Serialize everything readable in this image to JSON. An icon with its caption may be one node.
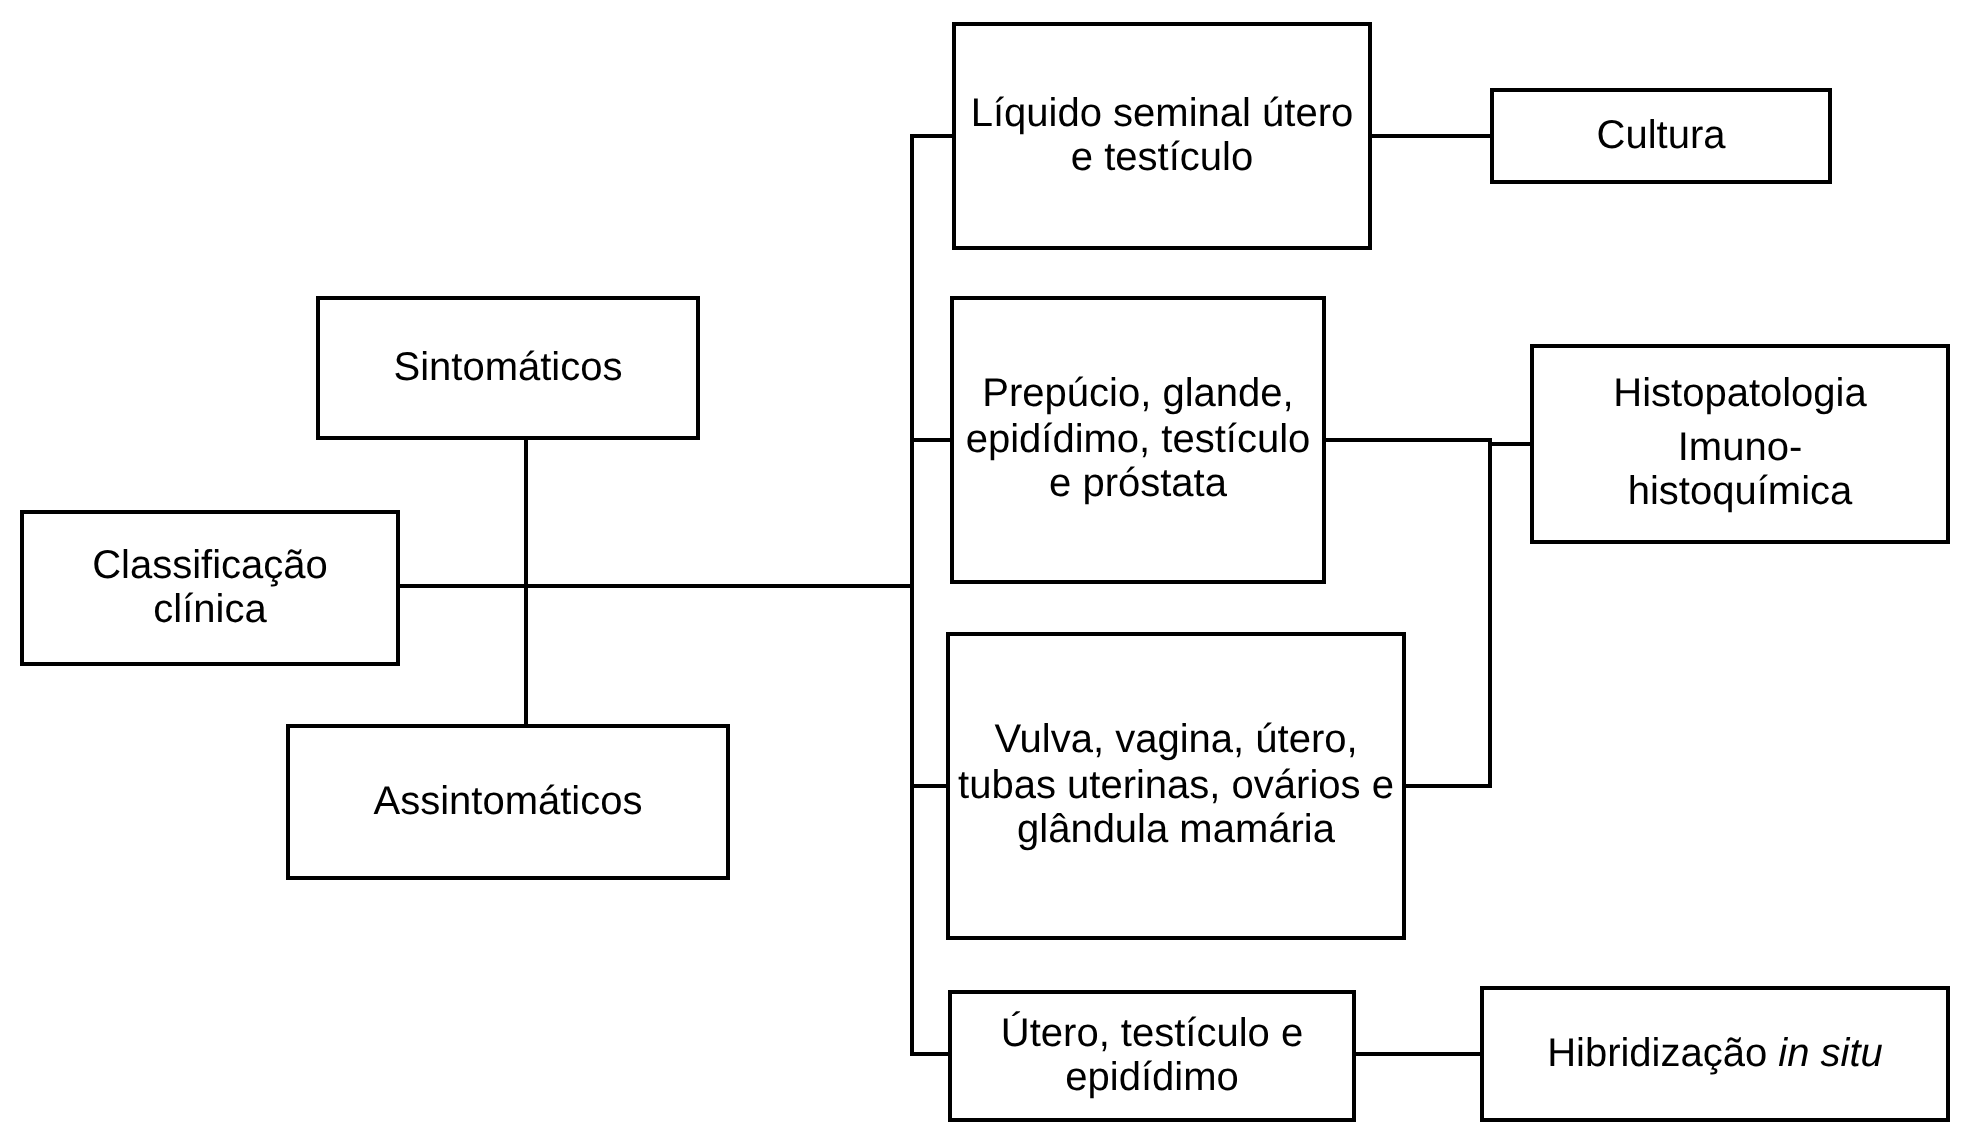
{
  "diagram": {
    "nodes": [
      {
        "text": [
          "Classificação clínica"
        ]
      },
      {
        "text": [
          "Sintomáticos"
        ]
      },
      {
        "text": [
          "Assintomáticos"
        ]
      },
      {
        "text": [
          "Líquido seminal útero e testículo"
        ]
      },
      {
        "text": [
          "Cultura"
        ]
      },
      {
        "text": [
          "Prepúcio, glande, epidídimo, testículo e próstata"
        ]
      },
      {
        "text": [
          "Histopatologia",
          "Imuno-histoquímica"
        ]
      },
      {
        "text": [
          "Vulva, vagina, útero, tubas uterinas, ovários e glândula mamária"
        ]
      },
      {
        "text": [
          "Útero, testículo e epidídimo"
        ]
      },
      {
        "text": [
          "Hibridização *in situ*"
        ]
      }
    ],
    "edges": [
      {
        "from": 0,
        "to": 1,
        "arrow": "none"
      },
      {
        "from": 0,
        "to": 2,
        "arrow": "none"
      },
      {
        "from": 0,
        "to": 3,
        "arrow": "none"
      },
      {
        "from": 0,
        "to": 5,
        "arrow": "none"
      },
      {
        "from": 0,
        "to": 7,
        "arrow": "none"
      },
      {
        "from": 0,
        "to": 8,
        "arrow": "none"
      },
      {
        "from": 3,
        "to": 4,
        "arrow": "none"
      },
      {
        "from": 5,
        "to": 6,
        "arrow": "none"
      },
      {
        "from": 7,
        "to": 6,
        "arrow": "none"
      },
      {
        "from": 8,
        "to": 9,
        "arrow": "none"
      }
    ]
  }
}
